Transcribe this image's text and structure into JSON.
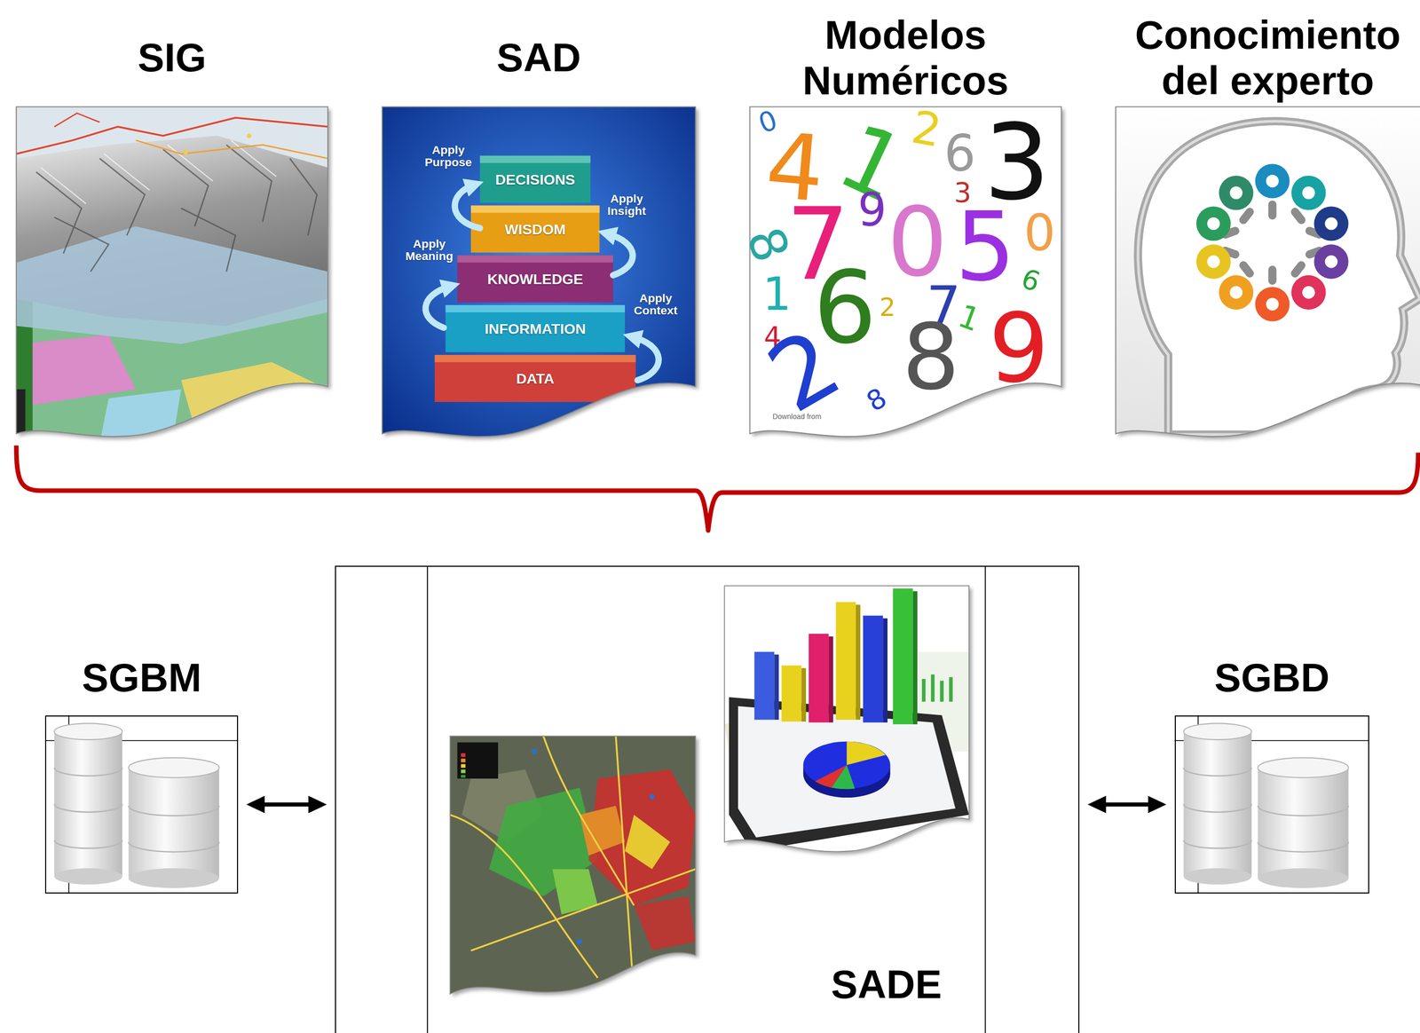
{
  "diagram": {
    "nodes": [
      {
        "text": [
          "SIG"
        ]
      },
      {
        "text": [
          "SAD"
        ]
      },
      {
        "text": [
          "Modelos Numéricos"
        ]
      },
      {
        "text": [
          "Conocimiento del experto"
        ]
      },
      {
        "text": [
          "SGBM"
        ]
      },
      {
        "text": [
          "SADE"
        ]
      },
      {
        "text": [
          "SGBD"
        ]
      }
    ],
    "edges": [
      {
        "from": 4,
        "to": 5,
        "arrow": "both"
      },
      {
        "from": 5,
        "to": 6,
        "arrow": "both"
      }
    ],
    "labels": [
      "Apply Purpose",
      "DECISIONS",
      "Apply Insight",
      "WISDOM",
      "Apply Meaning",
      "KNOWLEDGE",
      "Apply Context",
      "INFORMATION",
      "DATA",
      "0",
      "4",
      "1",
      "2",
      "6",
      "3",
      "8",
      "7",
      "9",
      "0",
      "3",
      "5",
      "0",
      "1",
      "6",
      "2",
      "7",
      "6",
      "4",
      "2",
      "8",
      "1",
      "9",
      "8",
      "Download from"
    ]
  }
}
